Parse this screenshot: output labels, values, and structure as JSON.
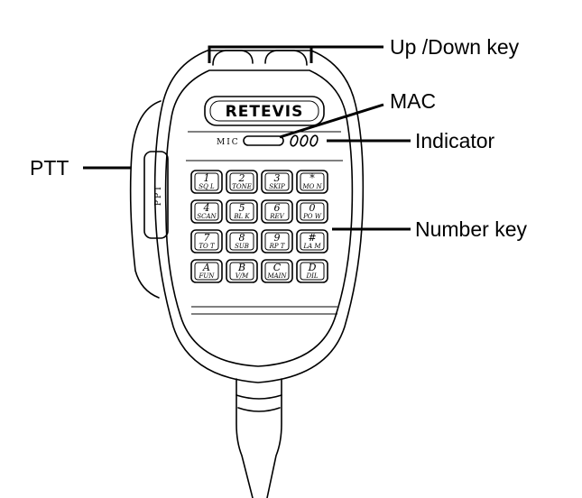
{
  "labels": {
    "up_down_key": "Up /Down key",
    "mac": "MAC",
    "indicator": "Indicator",
    "ptt": "PTT",
    "number_key": "Number key"
  },
  "device": {
    "brand": "RETEVIS",
    "mic_label": "MIC",
    "ptt_button_label": "PPT"
  },
  "keys": [
    [
      {
        "main": "1",
        "sub": "SQ L"
      },
      {
        "main": "2",
        "sub": "TONE"
      },
      {
        "main": "3",
        "sub": "SKIP"
      },
      {
        "main": "*",
        "sub": "MO N"
      }
    ],
    [
      {
        "main": "4",
        "sub": "SCAN"
      },
      {
        "main": "5",
        "sub": "BL K"
      },
      {
        "main": "6",
        "sub": "REV"
      },
      {
        "main": "0",
        "sub": "PO W"
      }
    ],
    [
      {
        "main": "7",
        "sub": "TO T"
      },
      {
        "main": "8",
        "sub": "SUB"
      },
      {
        "main": "9",
        "sub": "RP T"
      },
      {
        "main": "#",
        "sub": "LA M"
      }
    ],
    [
      {
        "main": "A",
        "sub": "FUN"
      },
      {
        "main": "B",
        "sub": "V/M"
      },
      {
        "main": "C",
        "sub": "MAIN"
      },
      {
        "main": "D",
        "sub": "DIL"
      }
    ]
  ]
}
